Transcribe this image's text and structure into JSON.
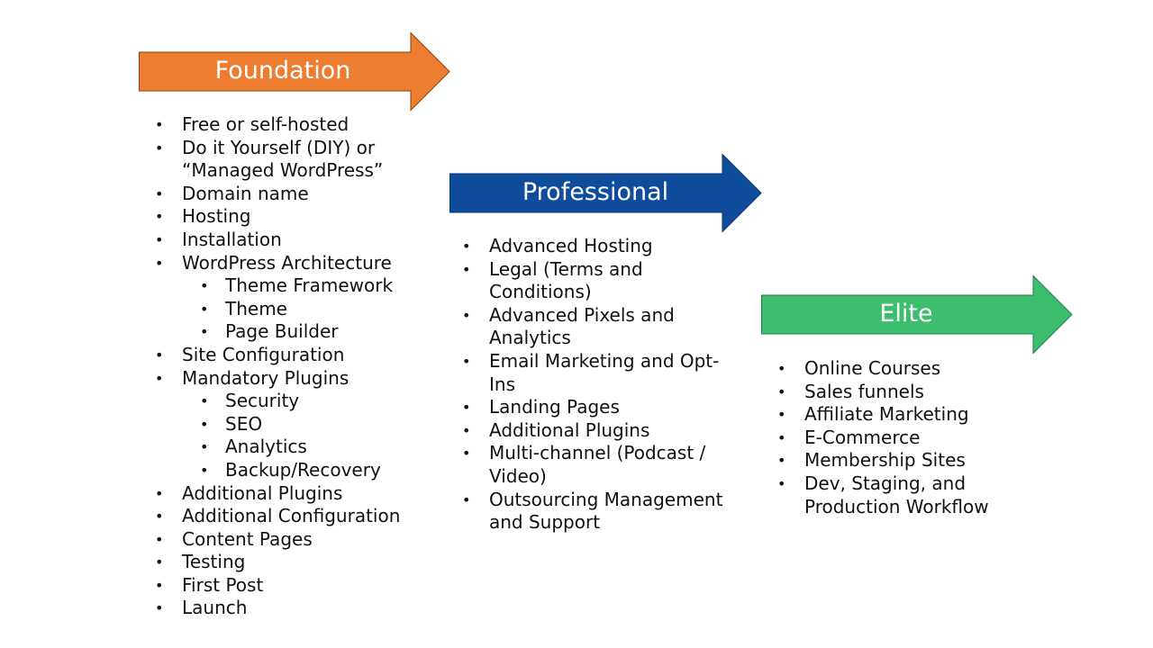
{
  "colors": {
    "foundation": "#ED7D31",
    "professional": "#0F4C9C",
    "elite": "#3DBE6E"
  },
  "stages": [
    {
      "label": "Foundation",
      "items": [
        {
          "text": "Free or self-hosted"
        },
        {
          "text": "Do it Yourself (DIY) or “Managed WordPress”"
        },
        {
          "text": "Domain name"
        },
        {
          "text": "Hosting"
        },
        {
          "text": "Installation"
        },
        {
          "text": "WordPress Architecture",
          "children": [
            "Theme Framework",
            "Theme",
            "Page Builder"
          ]
        },
        {
          "text": "Site Configuration"
        },
        {
          "text": "Mandatory Plugins",
          "children": [
            "Security",
            "SEO",
            "Analytics",
            "Backup/Recovery"
          ]
        },
        {
          "text": "Additional Plugins"
        },
        {
          "text": "Additional Configuration"
        },
        {
          "text": "Content Pages"
        },
        {
          "text": "Testing"
        },
        {
          "text": "First Post"
        },
        {
          "text": "Launch"
        }
      ]
    },
    {
      "label": "Professional",
      "items": [
        {
          "text": "Advanced Hosting"
        },
        {
          "text": "Legal (Terms and Conditions)"
        },
        {
          "text": "Advanced Pixels and Analytics"
        },
        {
          "text": "Email Marketing and Opt-Ins"
        },
        {
          "text": "Landing Pages"
        },
        {
          "text": "Additional Plugins"
        },
        {
          "text": "Multi-channel (Podcast / Video)"
        },
        {
          "text": "Outsourcing Management and Support"
        }
      ]
    },
    {
      "label": "Elite",
      "items": [
        {
          "text": "Online Courses"
        },
        {
          "text": "Sales funnels"
        },
        {
          "text": "Affiliate Marketing"
        },
        {
          "text": "E-Commerce"
        },
        {
          "text": "Membership Sites"
        },
        {
          "text": "Dev, Staging, and Production Workflow"
        }
      ]
    }
  ]
}
